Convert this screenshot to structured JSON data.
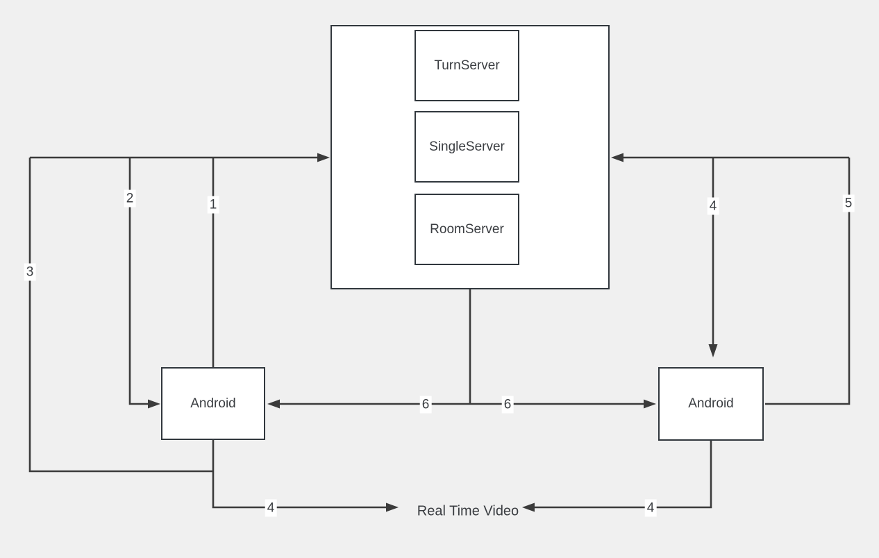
{
  "diagram": {
    "background_color": "#f0f0f0",
    "colors": {
      "node_fill": "#ffffff",
      "node_border": "#31373d",
      "edge_line": "#3b3b3b",
      "text": "#3a3d41",
      "edge_label_background": "#ffffff"
    },
    "nodes": [
      {
        "id": "server-group",
        "label": ""
      },
      {
        "id": "turn-server",
        "label": "TurnServer"
      },
      {
        "id": "single-server",
        "label": "SingleServer"
      },
      {
        "id": "room-server",
        "label": "RoomServer"
      },
      {
        "id": "android-left",
        "label": "Android"
      },
      {
        "id": "android-right",
        "label": "Android"
      }
    ],
    "text_nodes": [
      {
        "id": "real-time-video",
        "label": "Real Time Video"
      }
    ],
    "edge_labels": [
      {
        "id": "edge-2-label",
        "text": "2"
      },
      {
        "id": "edge-1-label",
        "text": "1"
      },
      {
        "id": "edge-3-label",
        "text": "3"
      },
      {
        "id": "edge-4-top-label",
        "text": "4"
      },
      {
        "id": "edge-5-label",
        "text": "5"
      },
      {
        "id": "edge-6-left-label",
        "text": "6"
      },
      {
        "id": "edge-6-right-label",
        "text": "6"
      },
      {
        "id": "edge-4-bottom-left-label",
        "text": "4"
      },
      {
        "id": "edge-4-bottom-right-label",
        "text": "4"
      }
    ]
  }
}
